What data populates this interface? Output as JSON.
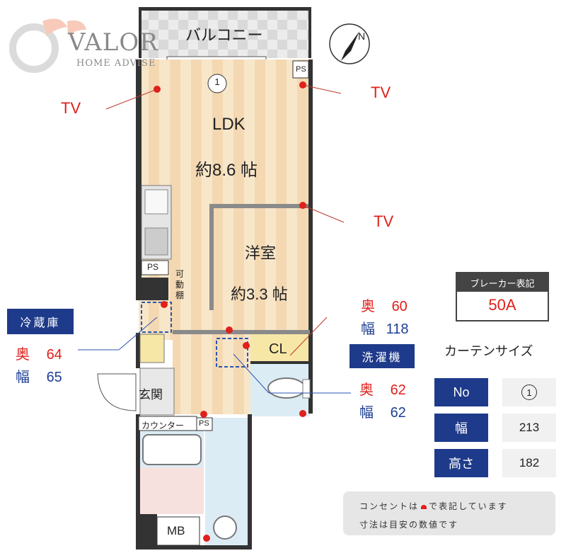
{
  "logo": {
    "name": "VALOR",
    "tagline": "HOME ADVISE"
  },
  "rooms": {
    "balcony": "バルコニー",
    "ldk": "LDK",
    "ldk_size": "約8.6 帖",
    "western": "洋室",
    "western_size": "約3.3 帖",
    "cl": "CL",
    "entrance": "玄関",
    "counter": "カウンター",
    "mb": "MB",
    "ps": "PS",
    "shelf": "可動棚",
    "window_no": "1"
  },
  "tv_labels": [
    "TV",
    "TV",
    "TV"
  ],
  "fridge": {
    "title": "冷蔵庫",
    "depth_label": "奥",
    "depth": "64",
    "width_label": "幅",
    "width": "65"
  },
  "laundry_space": {
    "depth_label": "奥",
    "depth": "60",
    "width_label": "幅",
    "width": "118"
  },
  "washer": {
    "title": "洗濯機",
    "depth_label": "奥",
    "depth": "62",
    "width_label": "幅",
    "width": "62"
  },
  "breaker": {
    "title": "ブレーカー表記",
    "value": "50A"
  },
  "curtain": {
    "title": "カーテンサイズ",
    "rows": [
      {
        "label": "No",
        "value": "1"
      },
      {
        "label": "幅",
        "value": "213"
      },
      {
        "label": "高さ",
        "value": "182"
      }
    ]
  },
  "note": {
    "line1_a": "コンセントは",
    "line1_b": "で表記しています",
    "line2": "寸法は目安の数値です"
  },
  "colors": {
    "navy": "#1e3a8a",
    "red": "#e0201b",
    "blue": "#1e3f93",
    "wall": "#333333",
    "floor": "#f4dcb8",
    "wet": "#dcecf5"
  }
}
